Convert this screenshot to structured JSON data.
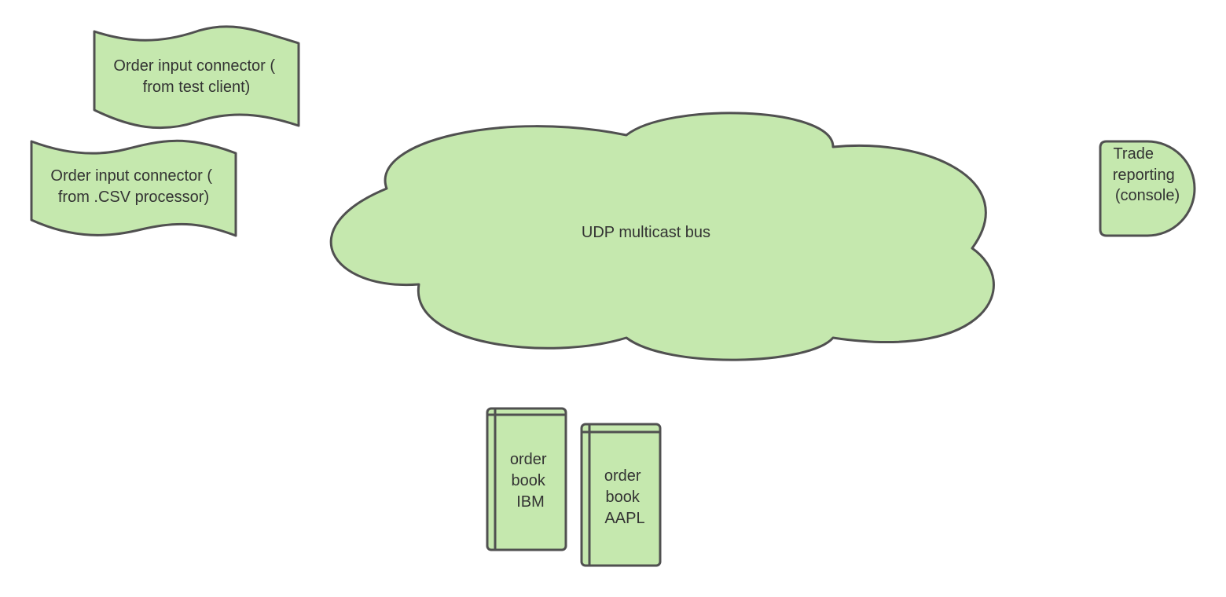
{
  "diagram": {
    "nodes": {
      "connector_test_client": {
        "shape": "tape",
        "lines": [
          "Order input connector  (",
          "from test client)"
        ]
      },
      "connector_csv": {
        "shape": "tape",
        "lines": [
          "Order input connector  (",
          "from .CSV processor)"
        ]
      },
      "udp_bus": {
        "shape": "cloud",
        "lines": [
          "UDP multicast bus"
        ]
      },
      "trade_reporting": {
        "shape": "delay",
        "lines": [
          "Trade",
          "reporting",
          "(console)"
        ]
      },
      "order_book_ibm": {
        "shape": "book",
        "lines": [
          "order",
          "book",
          "IBM"
        ]
      },
      "order_book_aapl": {
        "shape": "book",
        "lines": [
          "order",
          "book",
          "AAPL"
        ]
      }
    },
    "colors": {
      "fill": "#c5e8ae",
      "stroke": "#505050",
      "text": "#333333"
    }
  }
}
